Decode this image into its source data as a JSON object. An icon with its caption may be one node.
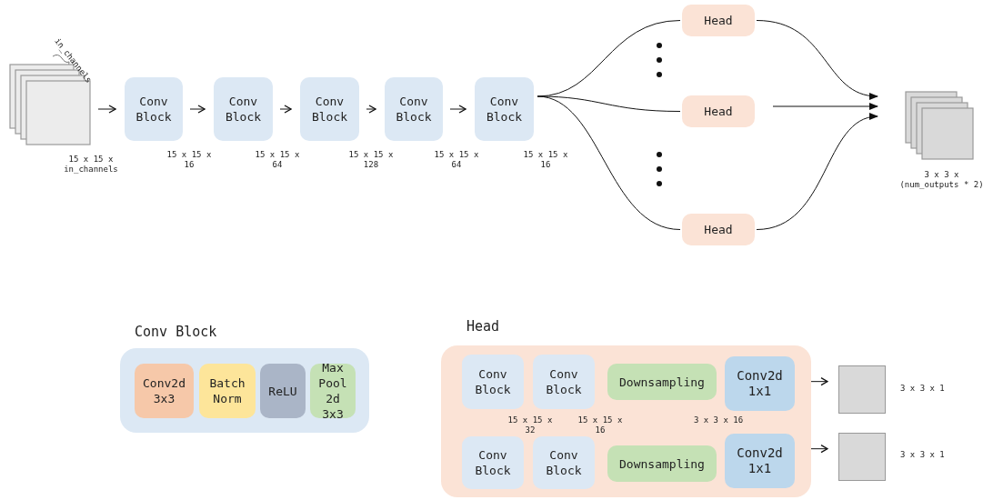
{
  "diagram": {
    "nodes": [
      {
        "text": [],
        "shape": "box",
        "beside": [
          "15 x 15 x in_channels"
        ]
      },
      {
        "text": [
          "Conv Block"
        ],
        "beside": [
          "15 x 15 x 16"
        ]
      },
      {
        "text": [
          "Conv Block"
        ],
        "beside": [
          "15 x 15 x 64"
        ]
      },
      {
        "text": [
          "Conv Block"
        ],
        "beside": [
          "15 x 15 x 128"
        ]
      },
      {
        "text": [
          "Conv Block"
        ],
        "beside": [
          "15 x 15 x 64"
        ]
      },
      {
        "text": [
          "Conv Block"
        ],
        "beside": [
          "15 x 15 x 16"
        ]
      },
      {
        "text": [
          "Head"
        ]
      },
      {
        "text": [
          "Head"
        ]
      },
      {
        "text": [
          "Head"
        ]
      },
      {
        "text": [],
        "shape": "box",
        "beside": [
          "3 x 3 x (num_outputs * 2)"
        ]
      },
      {
        "text": [
          "Conv Block"
        ]
      },
      {
        "text": [
          "Conv2d 3x3"
        ],
        "in": 10
      },
      {
        "text": [
          "Batch Norm"
        ],
        "in": 10
      },
      {
        "text": [
          "ReLU"
        ],
        "in": 10
      },
      {
        "text": [
          "Max Pool 2d 3x3"
        ],
        "in": 10
      },
      {
        "text": [
          "Head"
        ]
      },
      {
        "text": [
          "Conv Block"
        ],
        "in": 15
      },
      {
        "text": [
          "Conv Block"
        ],
        "in": 15
      },
      {
        "text": [
          "Downsampling"
        ],
        "in": 15
      },
      {
        "text": [
          "Conv2d 1x1"
        ],
        "in": 15
      },
      {
        "text": [
          "Conv Block"
        ],
        "in": 15
      },
      {
        "text": [
          "Conv Block"
        ],
        "in": 15
      },
      {
        "text": [
          "Downsampling"
        ],
        "in": 15
      },
      {
        "text": [
          "Conv2d 1x1"
        ],
        "in": 15
      },
      {
        "text": [],
        "shape": "box",
        "beside": [
          "3 x 3 x 1"
        ]
      },
      {
        "text": [],
        "shape": "box",
        "beside": [
          "3 x 3 x 1"
        ]
      }
    ],
    "edges": [
      {
        "from": 0,
        "to": 1,
        "arrow": "to"
      },
      {
        "from": 1,
        "to": 2,
        "arrow": "to"
      },
      {
        "from": 2,
        "to": 3,
        "arrow": "to"
      },
      {
        "from": 3,
        "to": 4,
        "arrow": "to"
      },
      {
        "from": 4,
        "to": 5,
        "arrow": "to"
      },
      {
        "from": 5,
        "to": 6,
        "arrow": "none"
      },
      {
        "from": 5,
        "to": 7,
        "arrow": "none"
      },
      {
        "from": 5,
        "to": 8,
        "arrow": "none"
      },
      {
        "from": 6,
        "to": 9,
        "arrow": "to"
      },
      {
        "from": 7,
        "to": 9,
        "arrow": "to"
      },
      {
        "from": 8,
        "to": 9,
        "arrow": "to"
      },
      {
        "from": 19,
        "to": 24,
        "arrow": "to"
      },
      {
        "from": 23,
        "to": 25,
        "arrow": "to"
      }
    ],
    "labels": [
      "in_channels",
      "15 x 15 x 32",
      "15 x 15 x 16",
      "3 x 3 x 16"
    ]
  }
}
